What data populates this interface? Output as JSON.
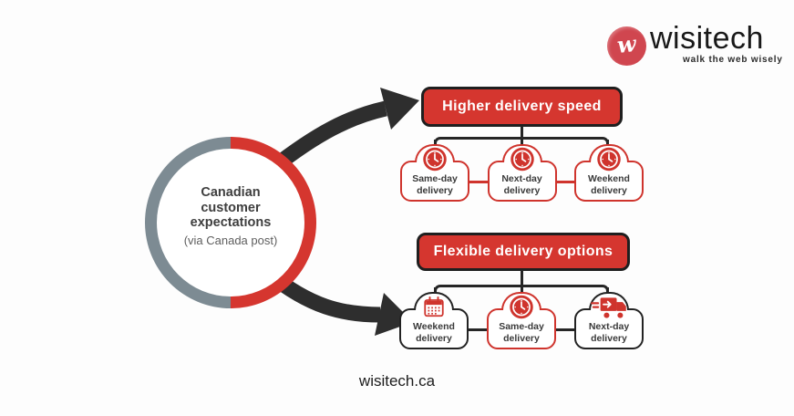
{
  "logo": {
    "mark_letter": "w",
    "brand": "wisitech",
    "tagline": "walk the web wisely"
  },
  "hub": {
    "title": "Canadian customer expectations",
    "subtitle": "(via Canada post)"
  },
  "branches": [
    {
      "title": "Higher delivery speed",
      "items": [
        {
          "label": "Same-day delivery",
          "icon": "clock",
          "style": "red"
        },
        {
          "label": "Next-day delivery",
          "icon": "clock",
          "style": "red"
        },
        {
          "label": "Weekend delivery",
          "icon": "clock",
          "style": "red"
        }
      ]
    },
    {
      "title": "Flexible delivery options",
      "items": [
        {
          "label": "Weekend delivery",
          "icon": "calendar",
          "style": "black"
        },
        {
          "label": "Same-day delivery",
          "icon": "clock",
          "style": "red"
        },
        {
          "label": "Next-day delivery",
          "icon": "truck",
          "style": "black"
        }
      ]
    }
  ],
  "footer": {
    "site": "wisitech.ca"
  },
  "colors": {
    "accent_red": "#d5362f",
    "slate_gray": "#7d8b93",
    "line_dark": "#262626"
  }
}
